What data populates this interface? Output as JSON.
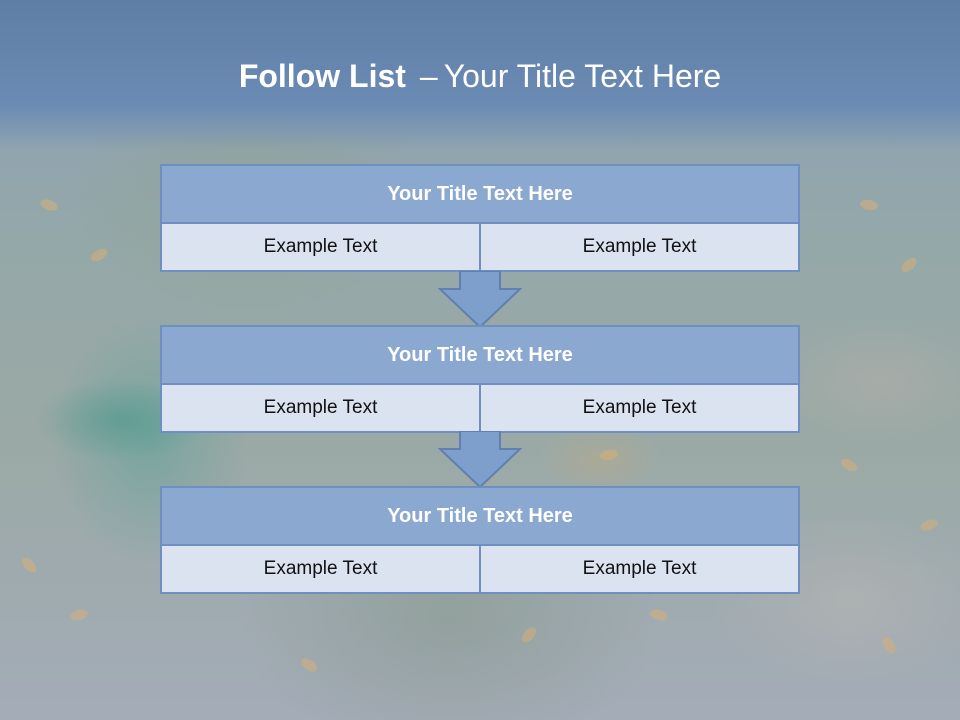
{
  "slide": {
    "title_bold": "Follow List",
    "title_separator": "–",
    "title_rest": "Your Title Text Here"
  },
  "blocks": [
    {
      "title": "Your Title Text Here",
      "left": "Example Text",
      "right": "Example Text"
    },
    {
      "title": "Your Title Text Here",
      "left": "Example Text",
      "right": "Example Text"
    },
    {
      "title": "Your Title Text Here",
      "left": "Example Text",
      "right": "Example Text"
    }
  ],
  "colors": {
    "accent": "#8aa8d0",
    "border": "#6e8fbf",
    "cell": "#dbe3f0",
    "title_band": "#6b8bb4"
  }
}
